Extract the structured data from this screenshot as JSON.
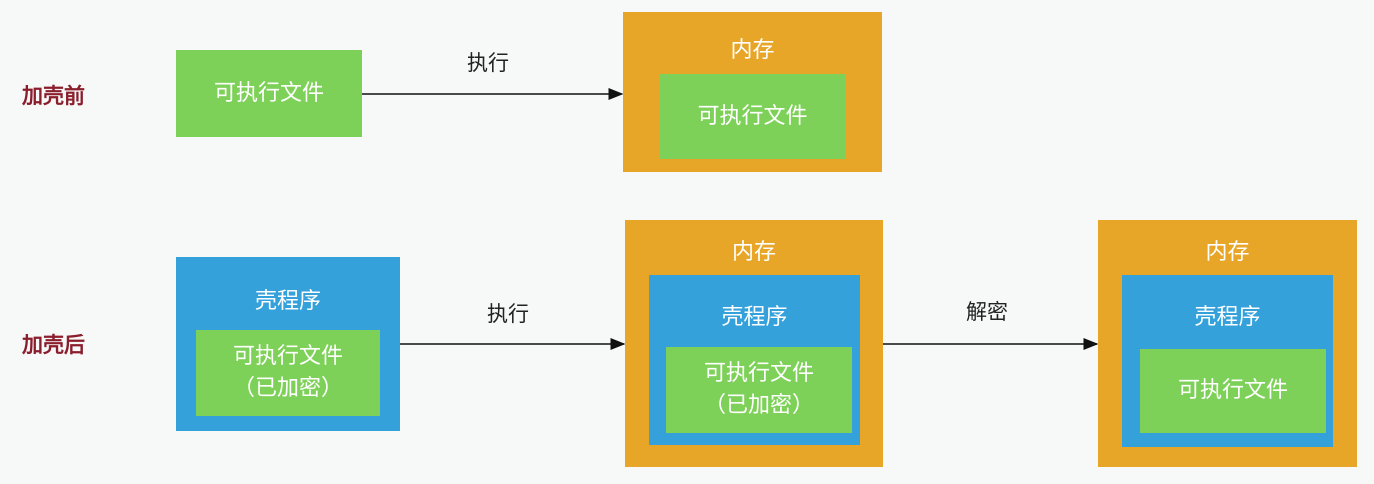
{
  "rows": {
    "before_label": "加壳前",
    "after_label": "加壳后"
  },
  "before": {
    "file": "可执行文件",
    "edge_label": "执行",
    "memory_title": "内存",
    "memory_file": "可执行文件"
  },
  "after": {
    "shell_title": "壳程序",
    "file_line1": "可执行文件",
    "file_line2": "（已加密）",
    "edge1_label": "执行",
    "memory1_title": "内存",
    "memory1_shell": "壳程序",
    "memory1_file_line1": "可执行文件",
    "memory1_file_line2": "（已加密）",
    "edge2_label": "解密",
    "memory2_title": "内存",
    "memory2_shell": "壳程序",
    "memory2_file": "可执行文件"
  },
  "colors": {
    "green": "#7ed158",
    "orange": "#e8a629",
    "blue": "#35a1db",
    "label_red": "#8b1e2d"
  }
}
